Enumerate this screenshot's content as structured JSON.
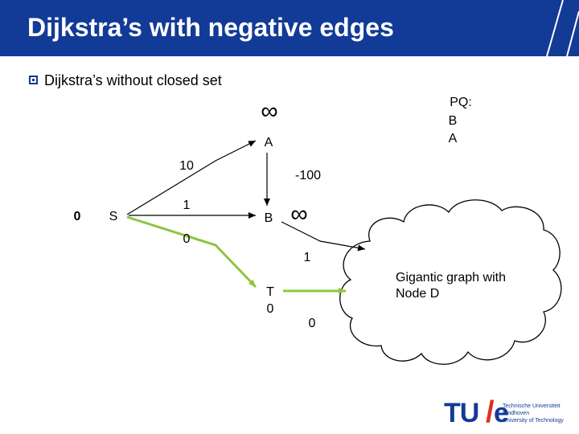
{
  "slide": {
    "title": "Dijkstra’s with negative edges",
    "bullet": "Dijkstra’s without closed set"
  },
  "pq": {
    "heading": "PQ:",
    "items": [
      "B",
      "A"
    ]
  },
  "nodes": {
    "S": {
      "label": "S",
      "distance": "0"
    },
    "A": {
      "label": "A",
      "distance": "∞"
    },
    "B": {
      "label": "B",
      "distance": "∞"
    },
    "T": {
      "label": "T",
      "distance": "0"
    }
  },
  "edges": {
    "s_a": {
      "weight": "10"
    },
    "s_b": {
      "weight": "1"
    },
    "a_b": {
      "weight": "-100"
    },
    "s_t": {
      "weight": "0"
    },
    "b_d": {
      "weight": "1"
    },
    "t_d": {
      "weight": "0"
    }
  },
  "cloud": {
    "line1": "Gigantic graph with",
    "line2": "Node D"
  },
  "colors": {
    "header": "#123a97",
    "highlight_edge": "#8dc63f",
    "edge": "#000000",
    "logo_red": "#e0301e"
  },
  "logo": {
    "brand_tu": "TU",
    "brand_slash": "/",
    "brand_e": "e",
    "line1": "Technische Universiteit",
    "line2": "Eindhoven",
    "line3": "University of Technology"
  }
}
